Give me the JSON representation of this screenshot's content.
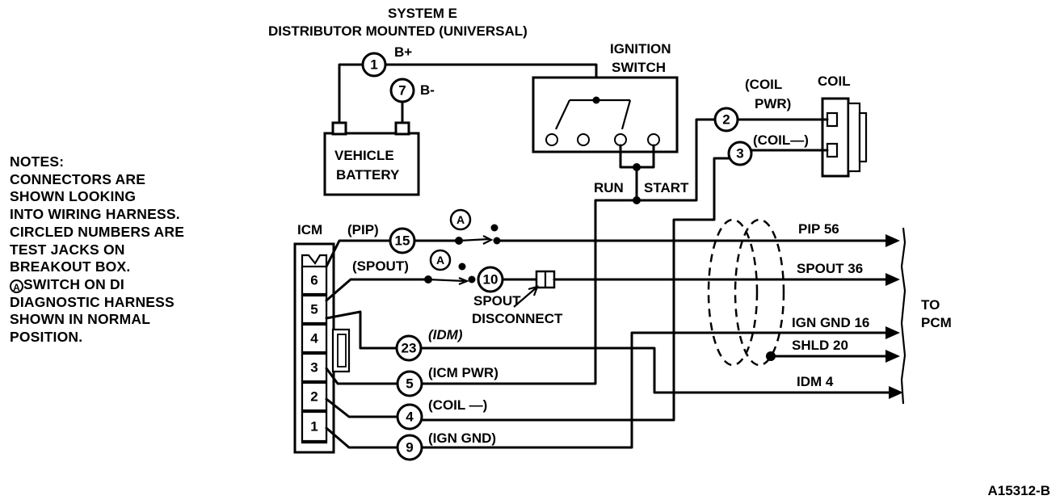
{
  "title": {
    "line1": "SYSTEM E",
    "line2": "DISTRIBUTOR MOUNTED (UNIVERSAL)"
  },
  "notes": {
    "lines": [
      "NOTES:",
      "CONNECTORS ARE",
      "SHOWN LOOKING",
      "INTO WIRING HARNESS.",
      "CIRCLED NUMBERS ARE",
      "TEST JACKS ON",
      "BREAKOUT BOX.",
      "SWITCH ON DI",
      "DIAGNOSTIC HARNESS",
      "SHOWN IN NORMAL",
      "POSITION."
    ],
    "switch_symbol": "A"
  },
  "components": {
    "battery": {
      "line1": "VEHICLE",
      "line2": "BATTERY"
    },
    "ignition_switch": {
      "line1": "IGNITION",
      "line2": "SWITCH",
      "run": "RUN",
      "start": "START"
    },
    "coil": {
      "label": "COIL"
    },
    "icm": {
      "label": "ICM",
      "pins": [
        "6",
        "5",
        "4",
        "3",
        "2",
        "1"
      ]
    },
    "spout_disconnect": {
      "line1": "SPOUT",
      "line2": "DISCONNECT"
    }
  },
  "test_jacks": {
    "j1": {
      "num": "1",
      "label": "B+"
    },
    "j7": {
      "num": "7",
      "label": "B-"
    },
    "j2": {
      "num": "2",
      "label1": "(COIL",
      "label2": "PWR)"
    },
    "j3": {
      "num": "3",
      "label": "(COIL—)"
    },
    "j15": {
      "num": "15",
      "label": "(PIP)"
    },
    "j10": {
      "num": "10",
      "label": "(SPOUT)"
    },
    "j23": {
      "num": "23",
      "label": "(IDM)"
    },
    "j5": {
      "num": "5",
      "label": "(ICM PWR)"
    },
    "j4": {
      "num": "4",
      "label": "(COIL —)"
    },
    "j9": {
      "num": "9",
      "label": "(IGN GND)"
    },
    "switch_a": "A"
  },
  "pcm_lines": {
    "pip": "PIP 56",
    "spout": "SPOUT 36",
    "ign_gnd": "IGN GND 16",
    "shld": "SHLD 20",
    "idm": "IDM 4",
    "to1": "TO",
    "to2": "PCM"
  },
  "figure_id": "A15312-B"
}
